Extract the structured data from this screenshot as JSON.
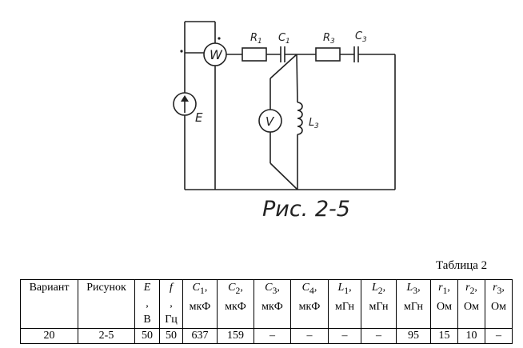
{
  "figure": {
    "caption": "Рис. 2-5",
    "labels": {
      "wattmeter": "W",
      "voltmeter": "V",
      "source": "E",
      "r1": "R",
      "r1_sub": "1",
      "c1": "C",
      "c1_sub": "1",
      "r3": "R",
      "r3_sub": "3",
      "c3": "C",
      "c3_sub": "3",
      "l3": "L",
      "l3_sub": "3"
    }
  },
  "table": {
    "caption": "Таблица 2",
    "headers": [
      {
        "sym": "",
        "unit": "Вариант"
      },
      {
        "sym": "",
        "unit": "Рисунок"
      },
      {
        "sym": "E",
        "sub": "",
        "unit": "В"
      },
      {
        "sym": "f",
        "sub": "",
        "unit": "Гц"
      },
      {
        "sym": "C",
        "sub": "1",
        "unit": "мкФ"
      },
      {
        "sym": "C",
        "sub": "2",
        "unit": "мкФ"
      },
      {
        "sym": "C",
        "sub": "3",
        "unit": "мкФ"
      },
      {
        "sym": "C",
        "sub": "4",
        "unit": "мкФ"
      },
      {
        "sym": "L",
        "sub": "1",
        "unit": "мГн"
      },
      {
        "sym": "L",
        "sub": "2",
        "unit": "мГн"
      },
      {
        "sym": "L",
        "sub": "3",
        "unit": "мГн"
      },
      {
        "sym": "r",
        "sub": "1",
        "unit": "Ом"
      },
      {
        "sym": "r",
        "sub": "2",
        "unit": "Ом"
      },
      {
        "sym": "r",
        "sub": "3",
        "unit": "Ом"
      }
    ],
    "row": [
      "20",
      "2-5",
      "50",
      "50",
      "637",
      "159",
      "–",
      "–",
      "–",
      "–",
      "95",
      "15",
      "10",
      "–"
    ]
  }
}
